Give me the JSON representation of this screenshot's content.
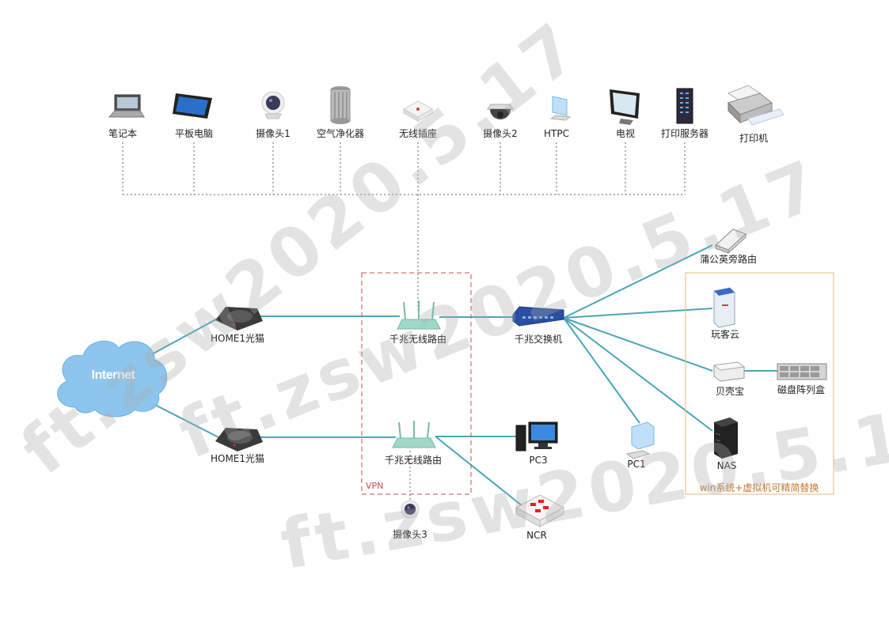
{
  "devices": {
    "laptop": "笔记本",
    "tablet": "平板电脑",
    "camera1": "摄像头1",
    "purifier": "空气净化器",
    "plug": "无线插座",
    "camera2": "摄像头2",
    "htpc": "HTPC",
    "tv": "电视",
    "print_server": "打印服务器",
    "printer": "打印机",
    "pgy_router": "蒲公英旁路由",
    "wanke": "玩客云",
    "beike": "贝壳宝",
    "disk_array": "磁盘阵列盒",
    "nas": "NAS",
    "pc1": "PC1",
    "switch": "千兆交换机",
    "router_top": "千兆无线路由",
    "router_bottom": "千兆无线路由",
    "modem_top": "HOME1光猫",
    "modem_bottom": "HOME1光猫",
    "internet": "Internet",
    "pc3": "PC3",
    "ncr": "NCR",
    "camera3": "摄像头3"
  },
  "groups": {
    "vpn": "VPN",
    "win_note": "win系统+虚拟机可精简替换"
  },
  "watermark": "ft.zsw2020.5.17",
  "colors": {
    "link": "#4aa6b8",
    "dotted": "#666666",
    "vpn_border": "#c0504d",
    "group_border": "#e8b880"
  }
}
